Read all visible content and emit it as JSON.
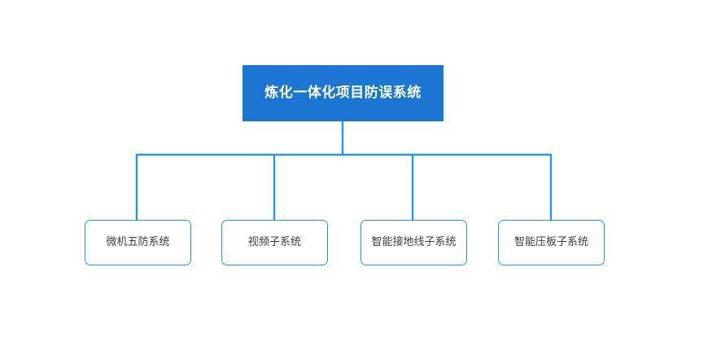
{
  "diagram": {
    "type": "org-tree",
    "orientation": "top-down",
    "background_color": "#ffffff",
    "accent_color": "#1b76d2",
    "connector_color": "#2196f3",
    "root": {
      "label": "炼化一体化项目防误系统",
      "fill_color": "#1b76d2",
      "text_color": "#ffffff"
    },
    "children": [
      {
        "label": "微机五防系统",
        "fill_color": "#ffffff",
        "border_color": "#2196f3",
        "text_color": "#3c3c3c"
      },
      {
        "label": "视频子系统",
        "fill_color": "#ffffff",
        "border_color": "#2196f3",
        "text_color": "#3c3c3c"
      },
      {
        "label": "智能接地线子系统",
        "fill_color": "#ffffff",
        "border_color": "#2196f3",
        "text_color": "#3c3c3c"
      },
      {
        "label": "智能压板子系统",
        "fill_color": "#ffffff",
        "border_color": "#2196f3",
        "text_color": "#3c3c3c"
      }
    ]
  }
}
